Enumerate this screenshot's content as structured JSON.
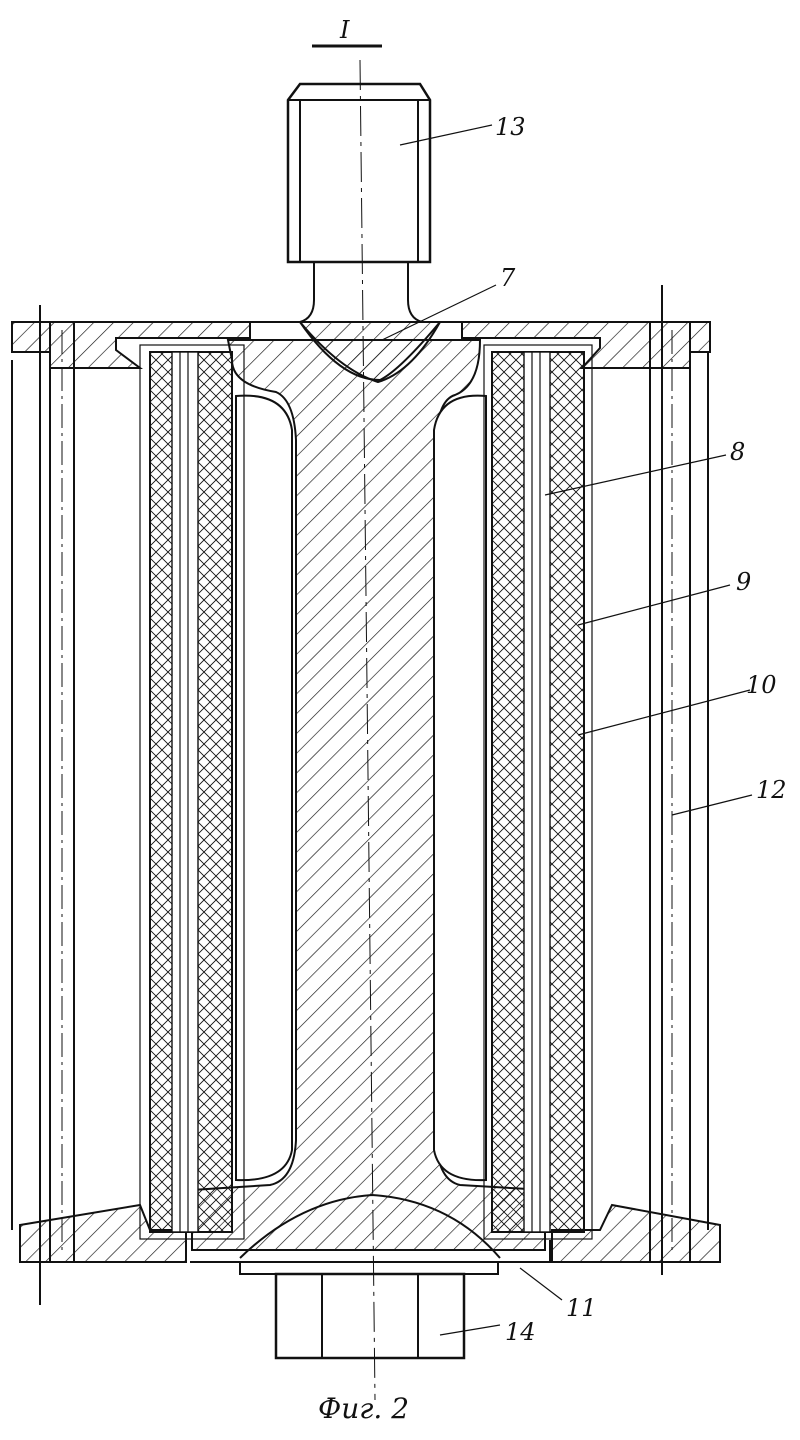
{
  "view_label": "I",
  "caption": "Фиг. 2",
  "callouts": [
    {
      "id": "13",
      "text": "13"
    },
    {
      "id": "7",
      "text": "7"
    },
    {
      "id": "8",
      "text": "8"
    },
    {
      "id": "9",
      "text": "9"
    },
    {
      "id": "10",
      "text": "10"
    },
    {
      "id": "12",
      "text": "12"
    },
    {
      "id": "11",
      "text": "11"
    },
    {
      "id": "14",
      "text": "14"
    }
  ],
  "colors": {
    "ink": "#111111",
    "paper": "#ffffff"
  }
}
